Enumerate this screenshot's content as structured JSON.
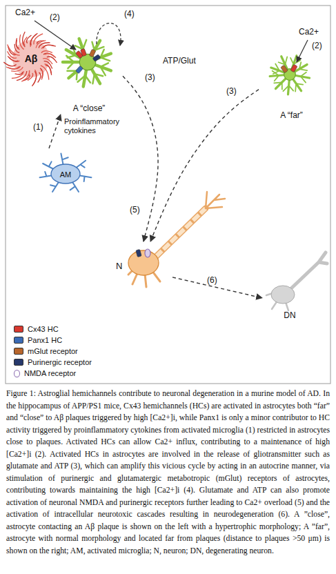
{
  "diagram": {
    "caption": "Figure 1: Astroglial hemichannels contribute to neuronal degeneration in a murine model of AD. In the hippocampus of APP/PS1 mice, Cx43 hemichannels (HCs) are activated in astrocytes both “far” and “close” to Aβ plaques triggered by high [Ca2+]i, while Panx1 is only a minor contributor to HC activity triggered by proinflammatory cytokines from activated microglia (1) restricted in astrocytes close to plaques. Activated HCs can allow Ca2+ influx, contributing to a maintenance of high [Ca2+]i (2). Activated HCs in astrocytes are involved in the release of gliotransmitter such as glutamate and ATP (3), which can amplify this vicious cycle by acting in an autocrine manner, via stimulation of purinergic and glutamatergic metabotropic (mGlut) receptors of astrocytes, contributing towards maintaining the high [Ca2+]i (4). Glutamate and ATP can also promote activation of neuronal NMDA and purinergic receptors further leading to Ca2+ overload (5) and the activation of intracellular neurotoxic cascades resulting in neurodegeneration (6). A ”close”, astrocyte contacting an Aβ plaque is shown on the left with a hypertrophic morphology; A ”far”, astrocyte with normal morphology and located far from plaques (distance to plaques >50 μm) is shown on the right; AM, activated microglia; N, neuron; DN, degenerating neuron.",
    "nodes": [
      {
        "text": [
          "Aβ"
        ]
      },
      {
        "text": [
          "A “close”"
        ]
      },
      {
        "text": [
          "A “far”"
        ]
      },
      {
        "text": [
          "AM"
        ]
      },
      {
        "text": [
          "N"
        ]
      },
      {
        "text": [
          "DN"
        ]
      }
    ],
    "edges": [
      {
        "from": 3,
        "to": 1,
        "arrow": "to"
      },
      {
        "from": 1,
        "to": 4,
        "arrow": "to"
      },
      {
        "from": 2,
        "to": 4,
        "arrow": "to"
      },
      {
        "from": 4,
        "to": 5,
        "arrow": "to"
      }
    ],
    "labels": [
      "Ca2+",
      "(2)",
      "(4)",
      "Ca2+",
      "(2)",
      "ATP/Glut",
      "(3)",
      "(3)",
      "(1)",
      "Proinflammatory cytokines",
      "(5)",
      "(6)"
    ],
    "legend": [
      {
        "text": "Cx43 HC",
        "color": "#d8392f"
      },
      {
        "text": "Panx1 HC",
        "color": "#3b6bb5"
      },
      {
        "text": "mGlut receptor",
        "color": "#b8662c"
      },
      {
        "text": "Purinergic receptor",
        "color": "#26386b"
      },
      {
        "text": "NMDA receptor",
        "color": "#8a6bb0"
      }
    ]
  }
}
